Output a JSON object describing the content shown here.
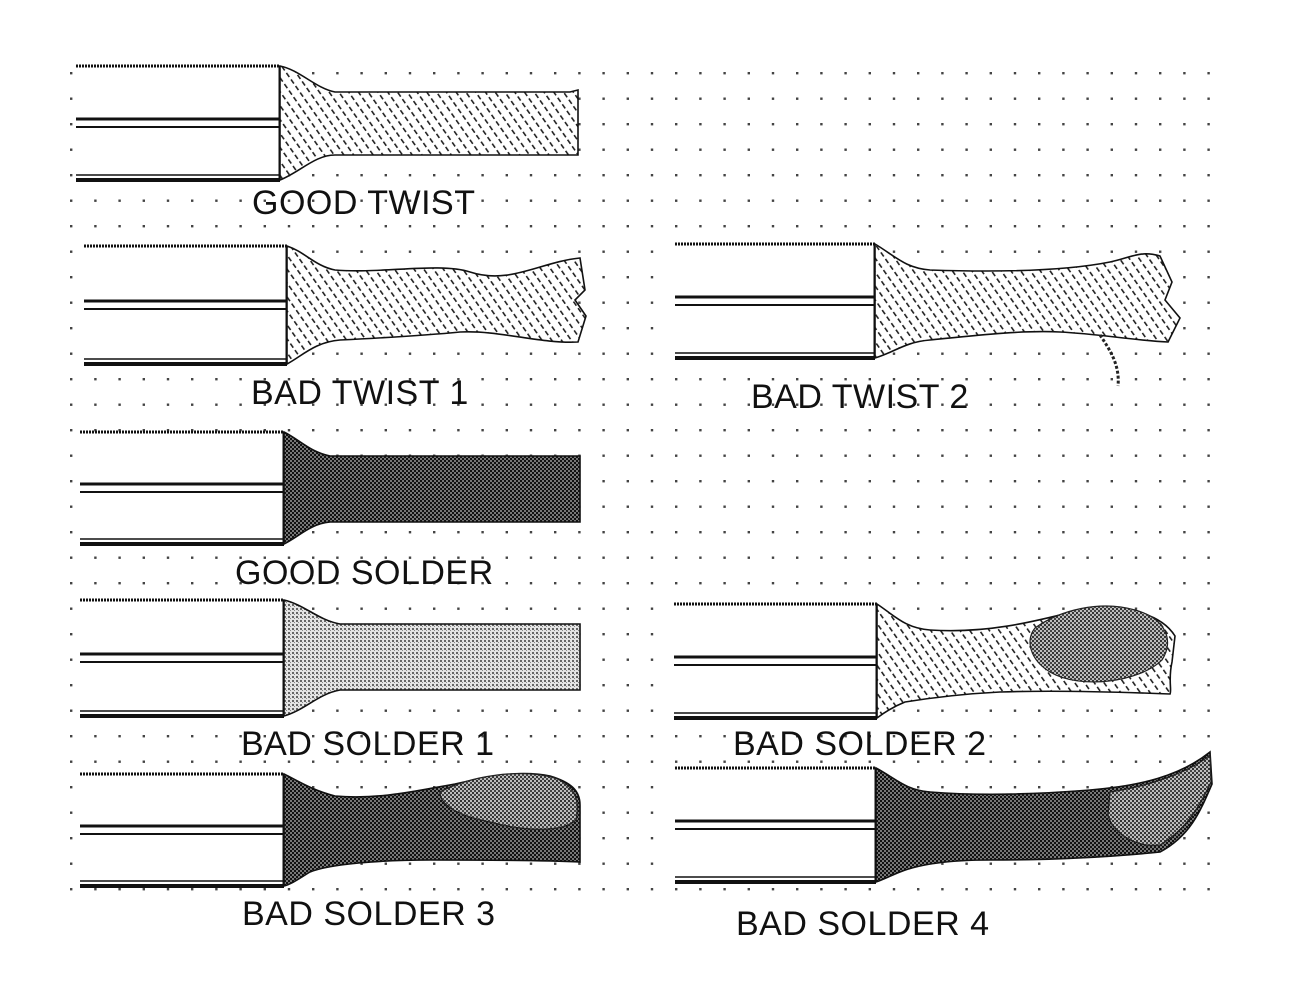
{
  "panels": [
    {
      "id": "good-twist",
      "label": "GOOD TWIST",
      "wire": "twist",
      "condition": "good"
    },
    {
      "id": "bad-twist-1",
      "label": "BAD TWIST 1",
      "wire": "twist",
      "condition": "bad"
    },
    {
      "id": "bad-twist-2",
      "label": "BAD TWIST 2",
      "wire": "twist",
      "condition": "bad"
    },
    {
      "id": "good-solder",
      "label": "GOOD SOLDER",
      "wire": "solder",
      "condition": "good"
    },
    {
      "id": "bad-solder-1",
      "label": "BAD SOLDER 1",
      "wire": "solder",
      "condition": "bad"
    },
    {
      "id": "bad-solder-2",
      "label": "BAD SOLDER 2",
      "wire": "solder",
      "condition": "bad"
    },
    {
      "id": "bad-solder-3",
      "label": "BAD SOLDER 3",
      "wire": "solder",
      "condition": "bad"
    },
    {
      "id": "bad-solder-4",
      "label": "BAD SOLDER 4",
      "wire": "solder",
      "condition": "bad"
    }
  ],
  "colors": {
    "ink": "#111111",
    "hatch": "#222222",
    "solder_dark": "#555555",
    "solder_light": "#b0b0b0",
    "grid_dot": "#444444"
  }
}
